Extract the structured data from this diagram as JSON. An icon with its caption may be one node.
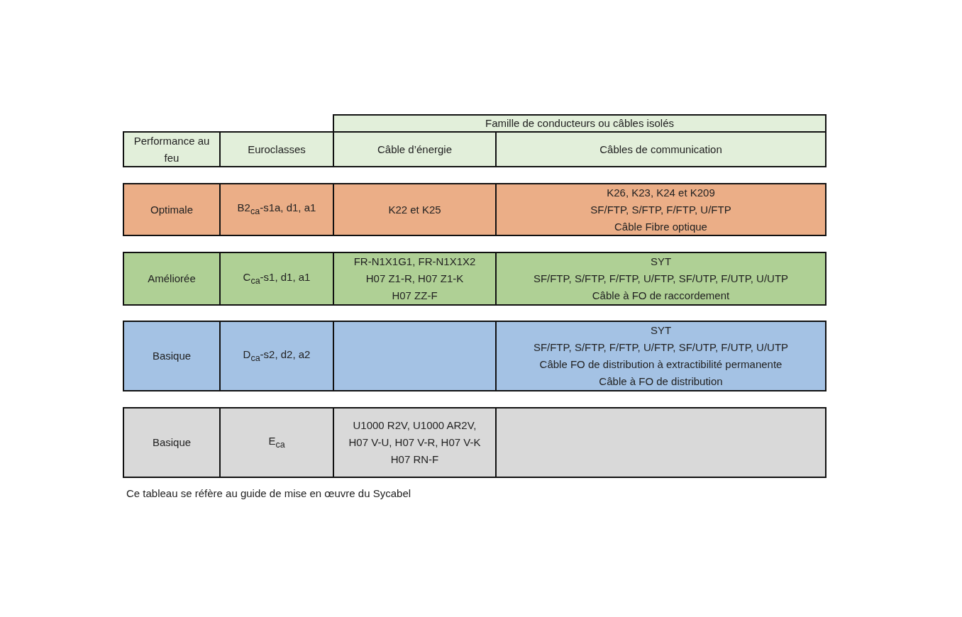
{
  "diagram": {
    "caption": "Ce tableau se réfère au guide de mise en œuvre du Sycabel",
    "labels": [
      "Famille de conducteurs ou câbles isolés",
      "Performance au feu",
      "Euroclasses",
      "Câble d’énergie",
      "Câbles de communication",
      "Optimale",
      "B2$_{ca}$-s1a, d1, a1",
      "K22 et K25",
      "K26, K23, K24 et K209",
      "SF/FTP, S/FTP, F/FTP, U/FTP",
      "Câble Fibre optique",
      "Améliorée",
      "C$_{ca}$-s1, d1, a1",
      "FR-N1X1G1, FR-N1X1X2",
      "H07 Z1-R, H07 Z1-K",
      "H07 ZZ-F",
      "SYT",
      "SF/FTP, S/FTP, F/FTP, U/FTP, SF/UTP, F/UTP, U/UTP",
      "Câble à FO de raccordement",
      "Basique",
      "D$_{ca}$-s2, d2, a2",
      "SYT",
      "SF/FTP, S/FTP, F/FTP, U/FTP, SF/UTP, F/UTP, U/UTP",
      "Câble FO de distribution à extractibilité permanente",
      "Câble à FO de distribution",
      "Basique",
      "E$_{ca}$",
      "U1000 R2V, U1000 AR2V,",
      "H07 V-U, H07 V-R, H07 V-K",
      "H07 RN-F"
    ]
  }
}
